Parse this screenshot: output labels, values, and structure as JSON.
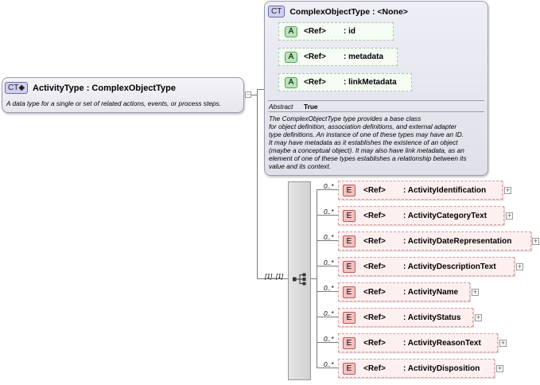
{
  "main_type": {
    "badge": "CT",
    "name": "ActivityType : ComplexObjectType",
    "documentation": "A data type for a single or set of related actions, events, or process steps."
  },
  "base_type": {
    "badge": "CT",
    "name": "ComplexObjectType : <None>",
    "attributes": [
      {
        "badge": "A",
        "ref": "<Ref>",
        "name": ": id"
      },
      {
        "badge": "A",
        "ref": "<Ref>",
        "name": ": metadata"
      },
      {
        "badge": "A",
        "ref": "<Ref>",
        "name": ": linkMetadata"
      }
    ],
    "abstract_label": "Abstract",
    "abstract_value": "True",
    "documentation_lines": [
      "The ComplexObjectType type provides a base class",
      "for object definition, association definitions, and external adapter",
      "type definitions. An instance of one of these types may have an ID.",
      "It may have metadata as it establishes the existence of an object",
      "(maybe a conceptual object). It may also have link metadata, as an",
      "element of one of these types establishes a relationship between its",
      "value and its context."
    ]
  },
  "sequence": {
    "cardinality": "[1]..[1]"
  },
  "elements": [
    {
      "badge": "E",
      "cardinality": "0..*",
      "ref": "<Ref>",
      "name": ": ActivityIdentification"
    },
    {
      "badge": "E",
      "cardinality": "0..*",
      "ref": "<Ref>",
      "name": ": ActivityCategoryText"
    },
    {
      "badge": "E",
      "cardinality": "0..*",
      "ref": "<Ref>",
      "name": ": ActivityDateRepresentation"
    },
    {
      "badge": "E",
      "cardinality": "0..*",
      "ref": "<Ref>",
      "name": ": ActivityDescriptionText"
    },
    {
      "badge": "E",
      "cardinality": "0..*",
      "ref": "<Ref>",
      "name": ": ActivityName"
    },
    {
      "badge": "E",
      "cardinality": "0..*",
      "ref": "<Ref>",
      "name": ": ActivityStatus"
    },
    {
      "badge": "E",
      "cardinality": "0..*",
      "ref": "<Ref>",
      "name": ": ActivityReasonText"
    },
    {
      "badge": "E",
      "cardinality": "0..*",
      "ref": "<Ref>",
      "name": ": ActivityDisposition"
    }
  ],
  "colors": {
    "complex_type": "#cfd0f0",
    "attribute": "#b8e4b8",
    "element": "#f4c0c0"
  },
  "icons": {
    "collapse": "minus-box-icon",
    "expand": "plus-box-icon",
    "sequence": "sequence-icon"
  }
}
